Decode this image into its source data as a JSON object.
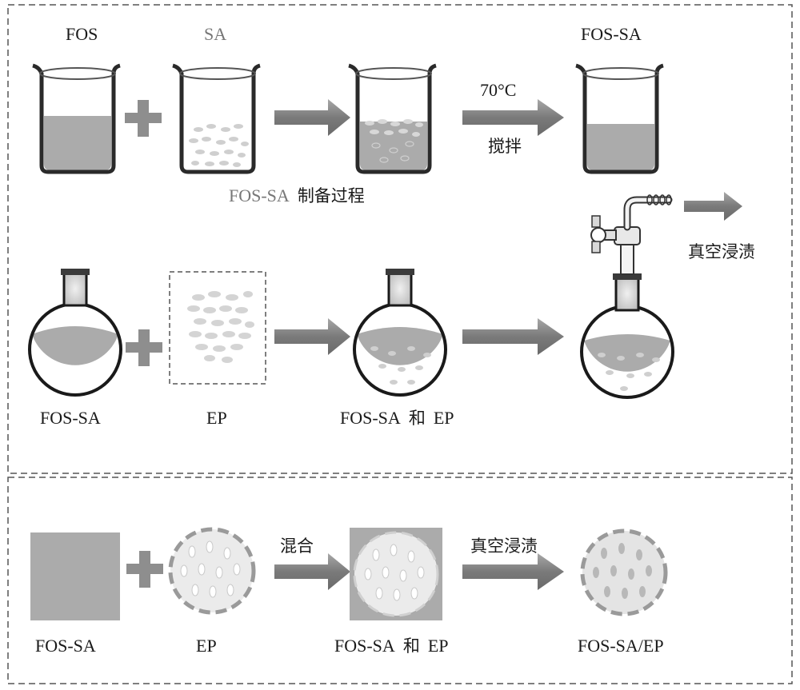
{
  "top_panel": {
    "row1": {
      "label_fos": "FOS",
      "label_sa": "SA",
      "label_fos_sa": "FOS-SA",
      "temp": "70°C",
      "stir": "搅拌",
      "caption_latin": "FOS-SA",
      "caption_cjk": "制备过程",
      "vacuum_label": "真空浸渍"
    },
    "row2": {
      "label_fos_sa": "FOS-SA",
      "label_ep": "EP",
      "label_mix_latin": "FOS-SA",
      "label_mix_cjk": "和",
      "label_mix_ep": "EP"
    }
  },
  "bottom_panel": {
    "label_fos_sa": "FOS-SA",
    "label_ep": "EP",
    "mix": "混合",
    "vacuum": "真空浸渍",
    "label_mix_latin": "FOS-SA",
    "label_mix_cjk": "和",
    "label_mix_ep": "EP",
    "label_result": "FOS-SA/EP"
  },
  "colors": {
    "liquid": "#ababab",
    "arrow": "#8a8a8a",
    "plus": "#8e8e8e",
    "particle": "#d6d6d6",
    "frame": "#555555"
  }
}
